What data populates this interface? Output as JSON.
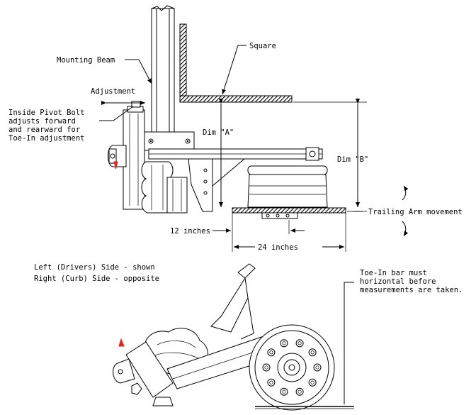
{
  "labels": {
    "mounting_beam": "Mounting Beam",
    "square": "Square",
    "adjustment": "Adjustment",
    "pivot_bolt_line1": "Inside Pivot Bolt",
    "pivot_bolt_line2": "adjusts forward",
    "pivot_bolt_line3": "and rearward for",
    "pivot_bolt_line4": "Toe-In adjustment",
    "dim_a": "Dim \"A\"",
    "dim_b": "Dim \"B\"",
    "trailing_arm": "Trailing Arm movement",
    "twelve_inches": "12 inches",
    "twentyfour_inches": "24 inches",
    "side_line1": "Left (Drivers) Side - shown",
    "side_line2": "Right (Curb) Side - opposite",
    "toein_line1": "Toe-In bar must",
    "toein_line2": "horizontal before",
    "toein_line3": "measurements are taken."
  },
  "colors": {
    "line": "#000000",
    "highlight": "#e8231c",
    "background": "#ffffff"
  }
}
